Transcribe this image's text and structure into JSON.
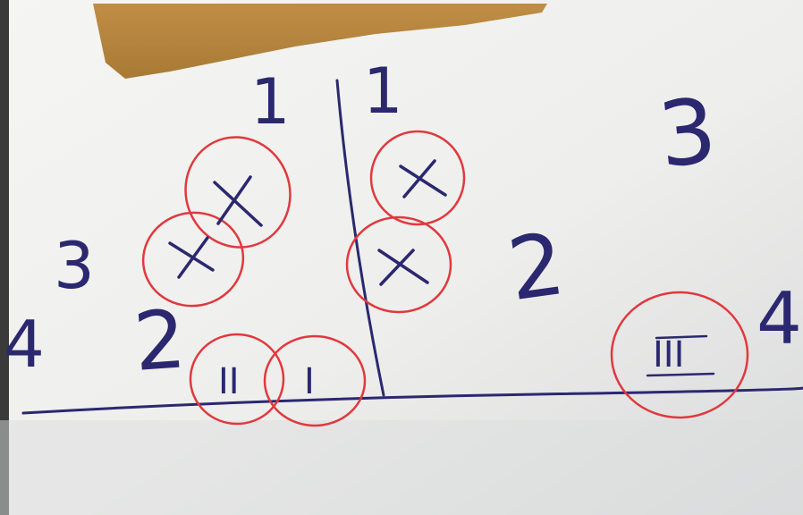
{
  "colors": {
    "paper": "#f1f1ef",
    "paper_shadow": "#d6d7d8",
    "tape": "#b8863e",
    "blue_ink": "#2b2870",
    "red_ink": "#e0393e"
  },
  "labels": {
    "top_left_one": "1",
    "top_mid_one": "1",
    "top_right_three": "3",
    "left_three": "3",
    "left_four": "4",
    "left_two": "2",
    "mid_two": "2",
    "right_four": "4",
    "roman_one": "I",
    "roman_two": "II",
    "roman_three": "III"
  },
  "circled_marks": [
    {
      "id": "x-upper-left",
      "symbol": "X"
    },
    {
      "id": "x-lower-left",
      "symbol": "X"
    },
    {
      "id": "x-upper-mid",
      "symbol": "X"
    },
    {
      "id": "x-lower-mid",
      "symbol": "X"
    }
  ]
}
